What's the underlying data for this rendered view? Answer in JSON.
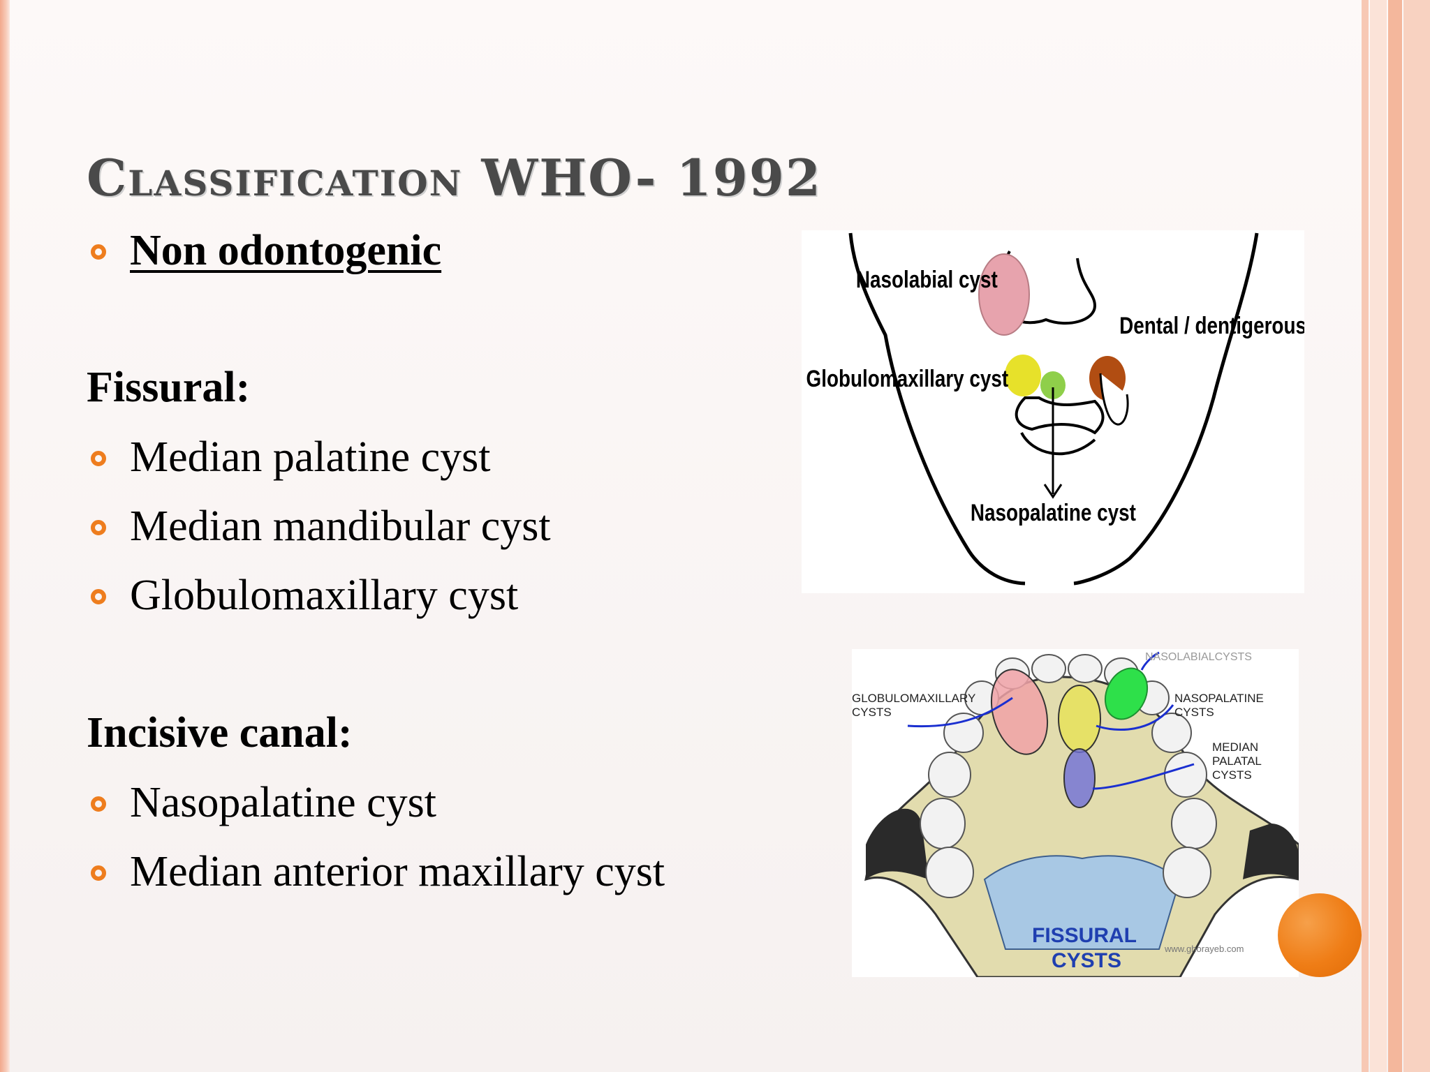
{
  "slide": {
    "title": "Classification WHO- 1992",
    "subtitle": "Non odontogenic",
    "fissural_heading": "Fissural:",
    "fissural_items": [
      "Median palatine cyst",
      "Median mandibular cyst",
      "Globulomaxillary cyst"
    ],
    "incisive_heading": "Incisive canal:",
    "incisive_items": [
      "Nasopalatine cyst",
      "Median anterior maxillary cyst"
    ],
    "colors": {
      "bullet": "#ee7d1e",
      "accent_dot": "#ef7d16",
      "title": "#4a4a4a"
    }
  },
  "figure_face": {
    "labels": {
      "nasolabial": "Nasolabial cyst",
      "dental": "Dental / dentigerous cyst",
      "globulomaxillary": "Globulomaxillary cyst",
      "nasopalatine": "Nasopalatine cyst"
    }
  },
  "figure_palate": {
    "labels": {
      "nasolabial": "NASOLABIALCYSTS",
      "globulomaxillary_1": "GLOBULOMAXILLARY",
      "globulomaxillary_2": "CYSTS",
      "nasopalatine_1": "NASOPALATINE",
      "nasopalatine_2": "CYSTS",
      "median_1": "MEDIAN",
      "median_2": "PALATAL",
      "median_3": "CYSTS",
      "caption_1": "FISSURAL",
      "caption_2": "CYSTS",
      "watermark": "www.ghorayeb.com"
    }
  }
}
